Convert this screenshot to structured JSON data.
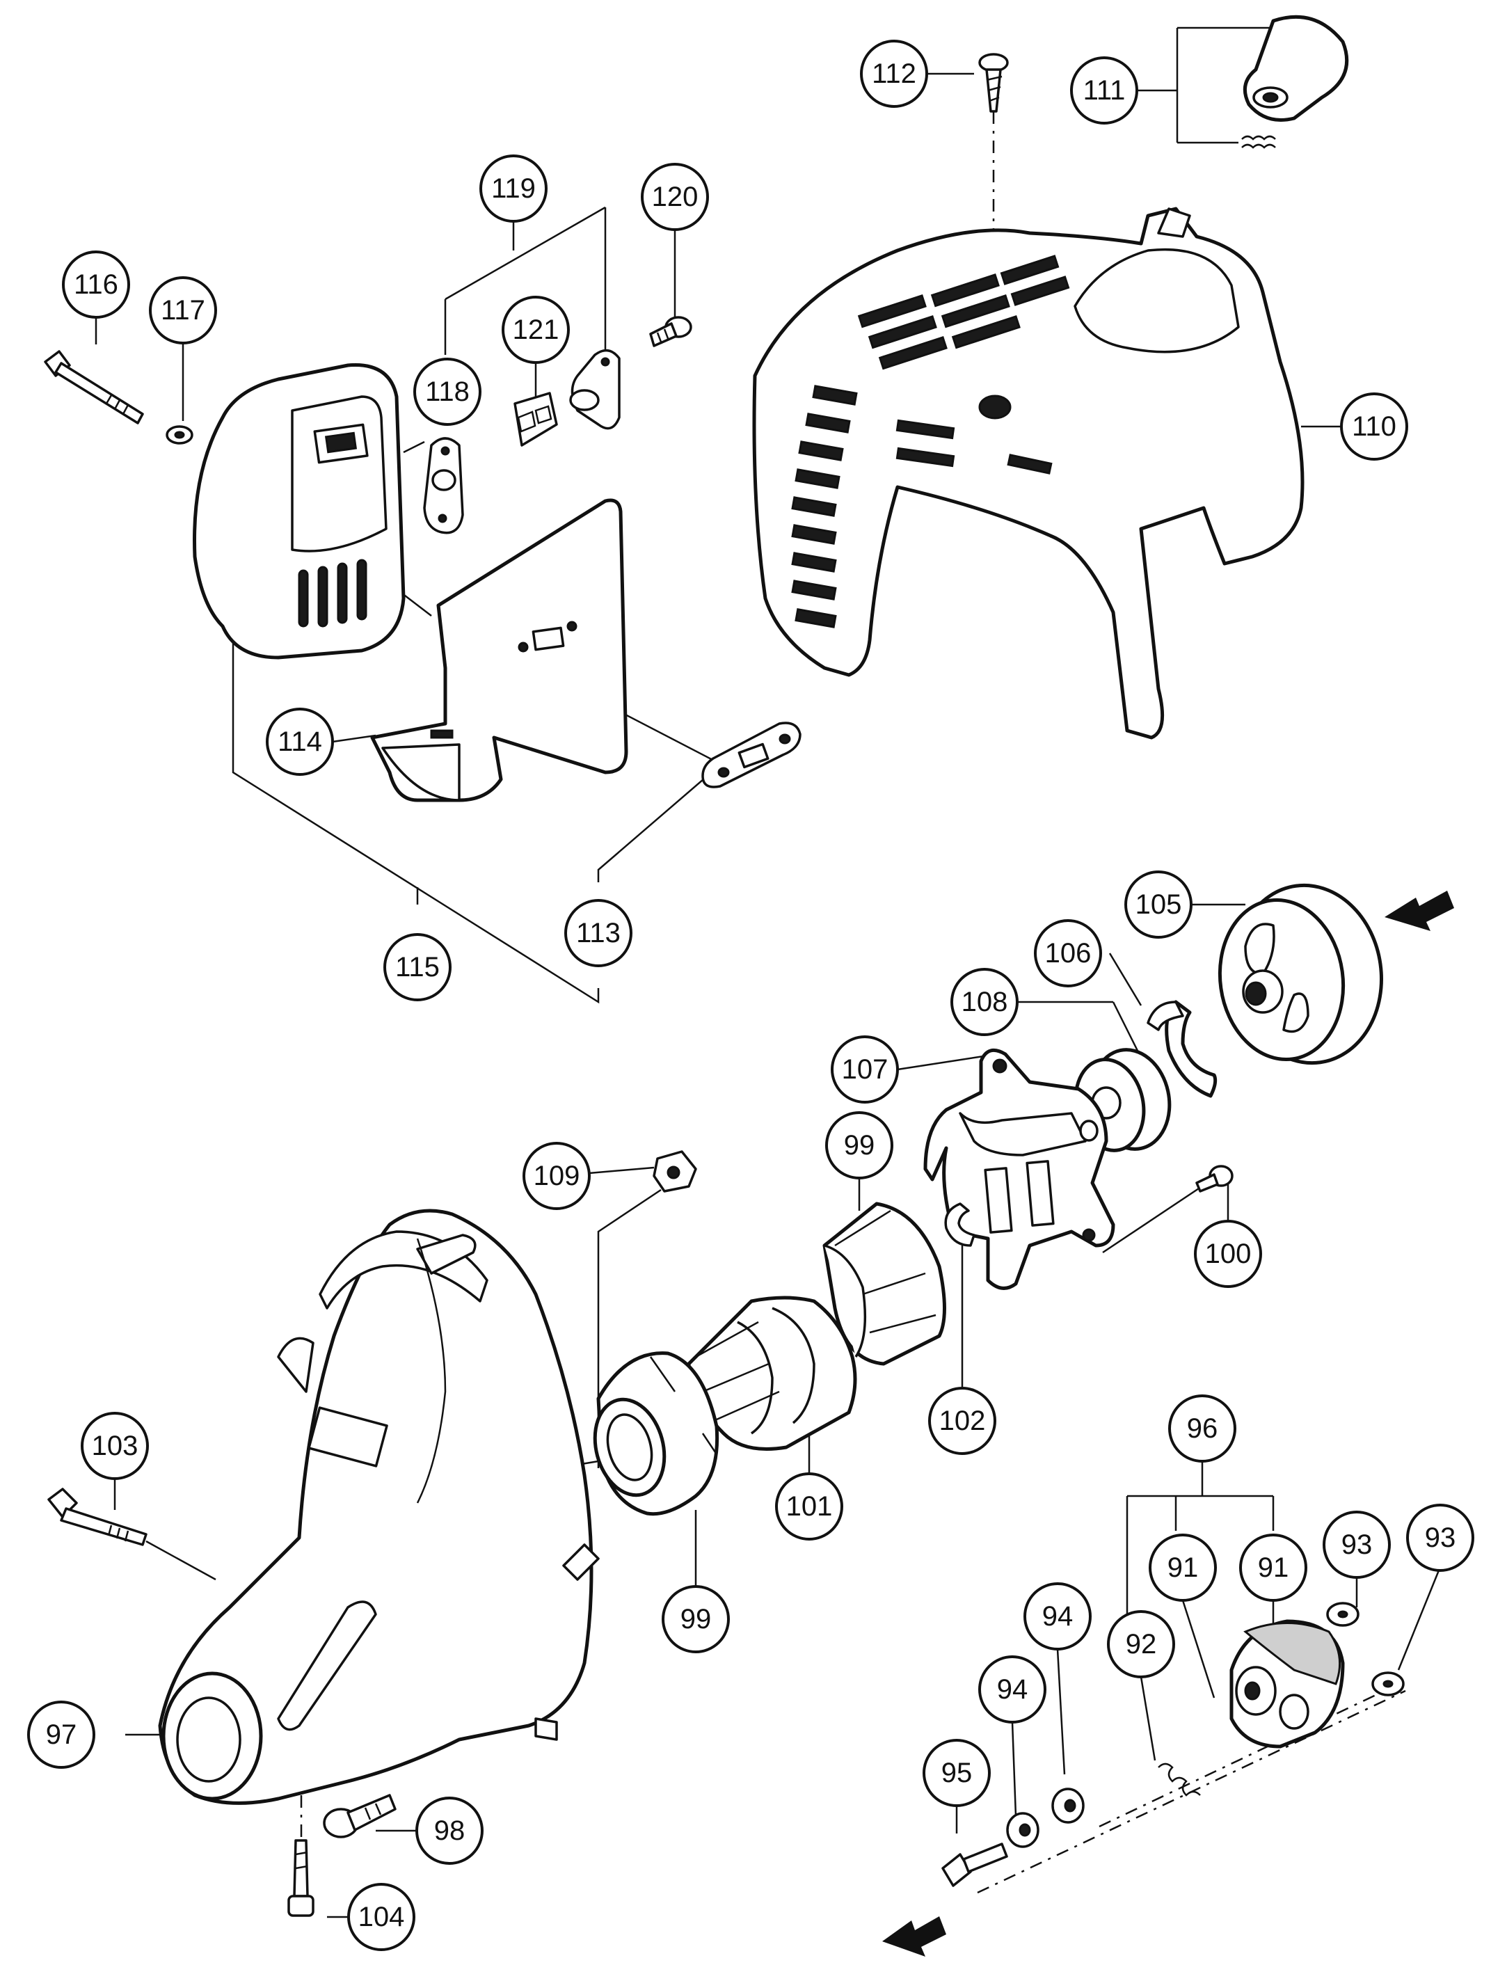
{
  "callouts": [
    {
      "id": "c112",
      "label": "112"
    },
    {
      "id": "c111",
      "label": "111"
    },
    {
      "id": "c119",
      "label": "119"
    },
    {
      "id": "c120",
      "label": "120"
    },
    {
      "id": "c116",
      "label": "116"
    },
    {
      "id": "c117",
      "label": "117"
    },
    {
      "id": "c121",
      "label": "121"
    },
    {
      "id": "c118",
      "label": "118"
    },
    {
      "id": "c110",
      "label": "110"
    },
    {
      "id": "c114",
      "label": "114"
    },
    {
      "id": "c113",
      "label": "113"
    },
    {
      "id": "c115",
      "label": "115"
    },
    {
      "id": "c105",
      "label": "105"
    },
    {
      "id": "c106",
      "label": "106"
    },
    {
      "id": "c108",
      "label": "108"
    },
    {
      "id": "c107",
      "label": "107"
    },
    {
      "id": "c109",
      "label": "109"
    },
    {
      "id": "c99a",
      "label": "99"
    },
    {
      "id": "c100",
      "label": "100"
    },
    {
      "id": "c102",
      "label": "102"
    },
    {
      "id": "c103",
      "label": "103"
    },
    {
      "id": "c101",
      "label": "101"
    },
    {
      "id": "c99b",
      "label": "99"
    },
    {
      "id": "c96",
      "label": "96"
    },
    {
      "id": "c91a",
      "label": "91"
    },
    {
      "id": "c91b",
      "label": "91"
    },
    {
      "id": "c93a",
      "label": "93"
    },
    {
      "id": "c93b",
      "label": "93"
    },
    {
      "id": "c94a",
      "label": "94"
    },
    {
      "id": "c92",
      "label": "92"
    },
    {
      "id": "c94b",
      "label": "94"
    },
    {
      "id": "c97",
      "label": "97"
    },
    {
      "id": "c95",
      "label": "95"
    },
    {
      "id": "c98",
      "label": "98"
    },
    {
      "id": "c104",
      "label": "104"
    }
  ]
}
